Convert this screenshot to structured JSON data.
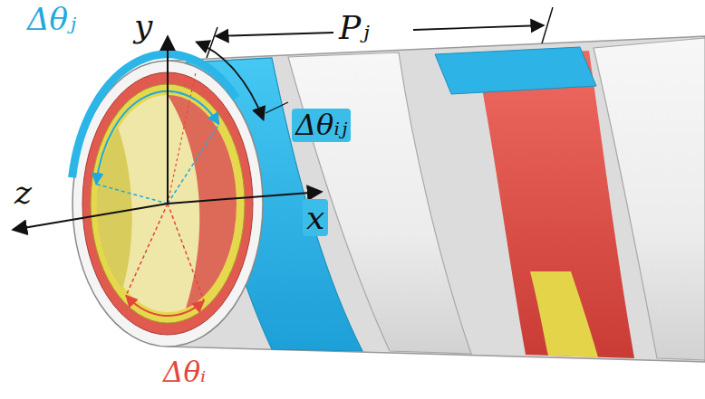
{
  "diagram": {
    "labels": [
      "Δθⱼ",
      "y",
      "Pⱼ",
      "Δθᵢⱼ",
      "z",
      "x",
      "Δθᵢ"
    ]
  }
}
